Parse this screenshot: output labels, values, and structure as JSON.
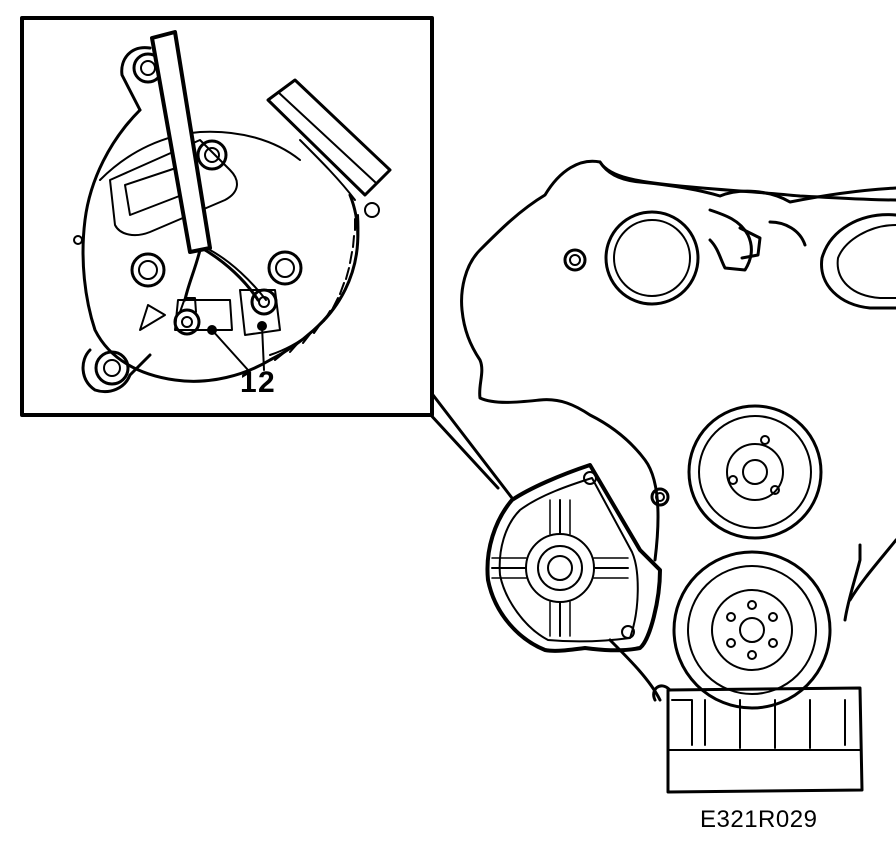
{
  "callouts": {
    "first": "1",
    "second": "2"
  },
  "figure_code": "E321R029",
  "colors": {
    "line": "#000000",
    "background": "#ffffff"
  }
}
